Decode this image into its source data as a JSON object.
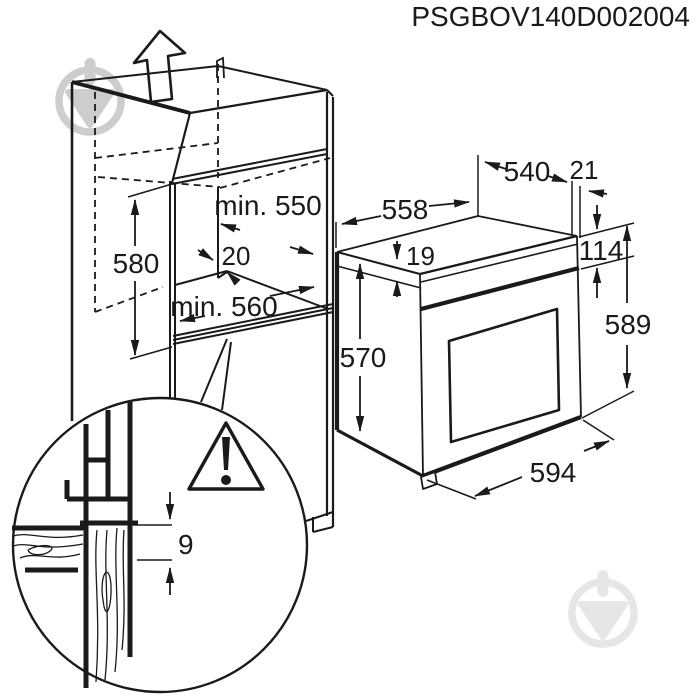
{
  "title": "PSGBOV140D002004",
  "colors": {
    "line": "#1a1a1a",
    "background": "#ffffff",
    "watermark_dark": "#c8c8c8",
    "watermark_light": "#e6e6e6"
  },
  "cabinet": {
    "niche_height": "580",
    "niche_depth_min": "min. 550",
    "rear_vent_gap": "20",
    "niche_width_min": "min. 560"
  },
  "oven": {
    "body_depth": "558",
    "rear_depth": "540",
    "front_overhang": "21",
    "top_trim_height": "19",
    "control_panel_height": "114",
    "body_height": "570",
    "front_height": "589",
    "front_width": "594"
  },
  "detail": {
    "trim_shelf_gap": "9"
  },
  "icons": {
    "up_arrow": "up-arrow-icon",
    "warning": "warning-triangle-icon",
    "watermark": "watermark-logo-icon"
  }
}
